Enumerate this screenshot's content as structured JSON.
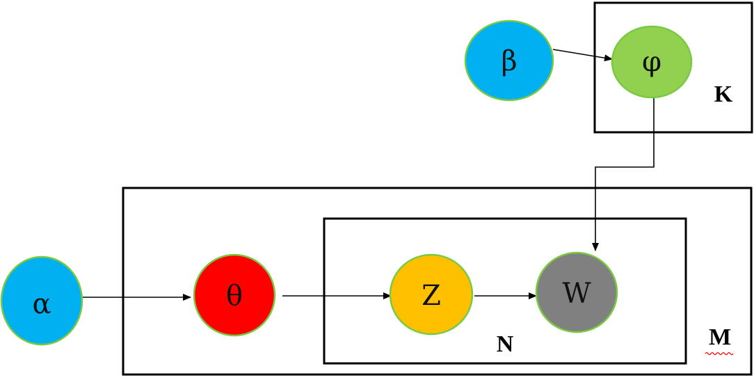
{
  "nodes": [
    {
      "id": "beta",
      "label": "β",
      "color": "#00b0f0"
    },
    {
      "id": "phi",
      "label": "φ",
      "color": "#92d050"
    },
    {
      "id": "alpha",
      "label": "α",
      "color": "#00b0f0"
    },
    {
      "id": "theta",
      "label": "θ",
      "color": "#ff0000"
    },
    {
      "id": "z",
      "label": "Z",
      "color": "#ffc000"
    },
    {
      "id": "w",
      "label": "W",
      "color": "#808080"
    }
  ],
  "plates": [
    {
      "id": "k",
      "label": "K"
    },
    {
      "id": "m",
      "label": "M"
    },
    {
      "id": "n",
      "label": "N"
    }
  ],
  "edges": [
    {
      "from": "beta",
      "to": "phi"
    },
    {
      "from": "phi",
      "to": "w"
    },
    {
      "from": "alpha",
      "to": "theta"
    },
    {
      "from": "theta",
      "to": "z"
    },
    {
      "from": "z",
      "to": "w"
    }
  ],
  "colors": {
    "node_border": "#7ac943",
    "plate_border": "#000000",
    "m_label_underline": "#ff0000"
  }
}
